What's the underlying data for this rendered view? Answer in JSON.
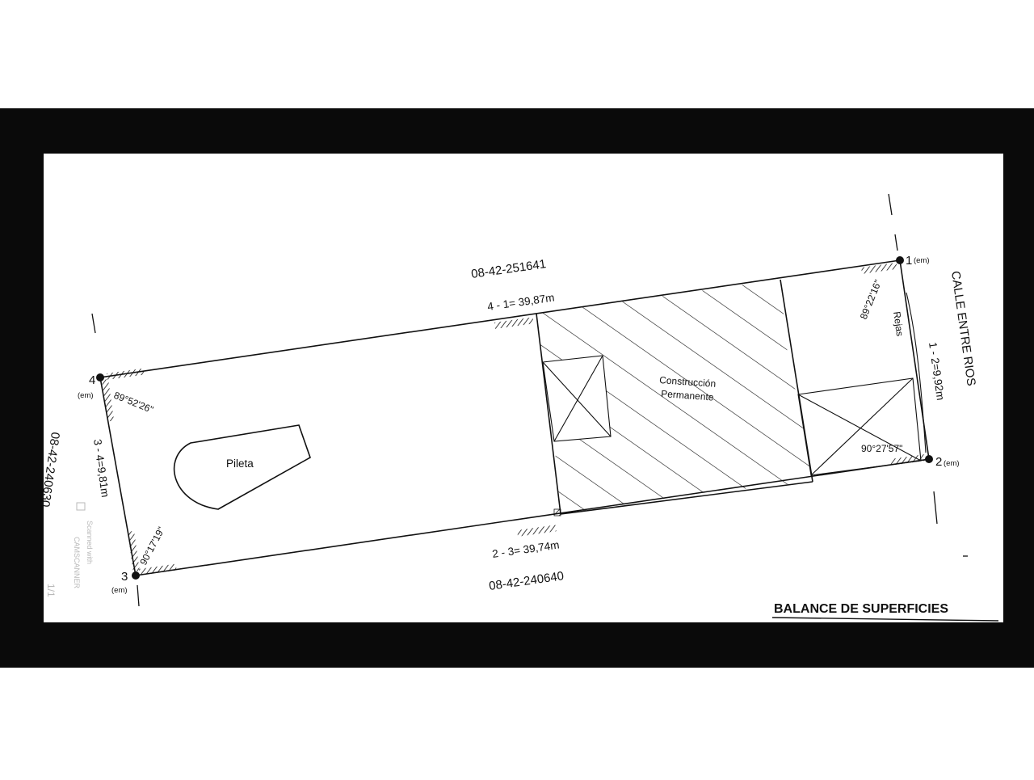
{
  "plan": {
    "parcel_top": "08-42-251641",
    "parcel_bottom": "08-42-240640",
    "parcel_left": "08-42-240630",
    "street": "CALLE ENTRE RIOS",
    "side_top": "4 - 1= 39,87m",
    "side_bottom": "2 - 3= 39,74m",
    "side_left": "3 - 4=9,81m",
    "side_right": "1 - 2=9,92m",
    "rejas": "Rejas",
    "pool": "Pileta",
    "construction_line1": "Construcción",
    "construction_line2": "Permanente",
    "footer_title": "BALANCE DE SUPERFICIES",
    "vertices": [
      {
        "id": "1",
        "suffix": "(em)",
        "angle": "89°22'16\""
      },
      {
        "id": "2",
        "suffix": "(em)",
        "angle": "90°27'57\""
      },
      {
        "id": "3",
        "suffix": "(em)",
        "angle": "90°17'19\""
      },
      {
        "id": "4",
        "suffix": "(em)",
        "angle": "89°52'26\""
      }
    ],
    "watermark_line1": "Scanned with",
    "watermark_line2": "CAMSCANNER",
    "page_indicator": "1/1"
  }
}
